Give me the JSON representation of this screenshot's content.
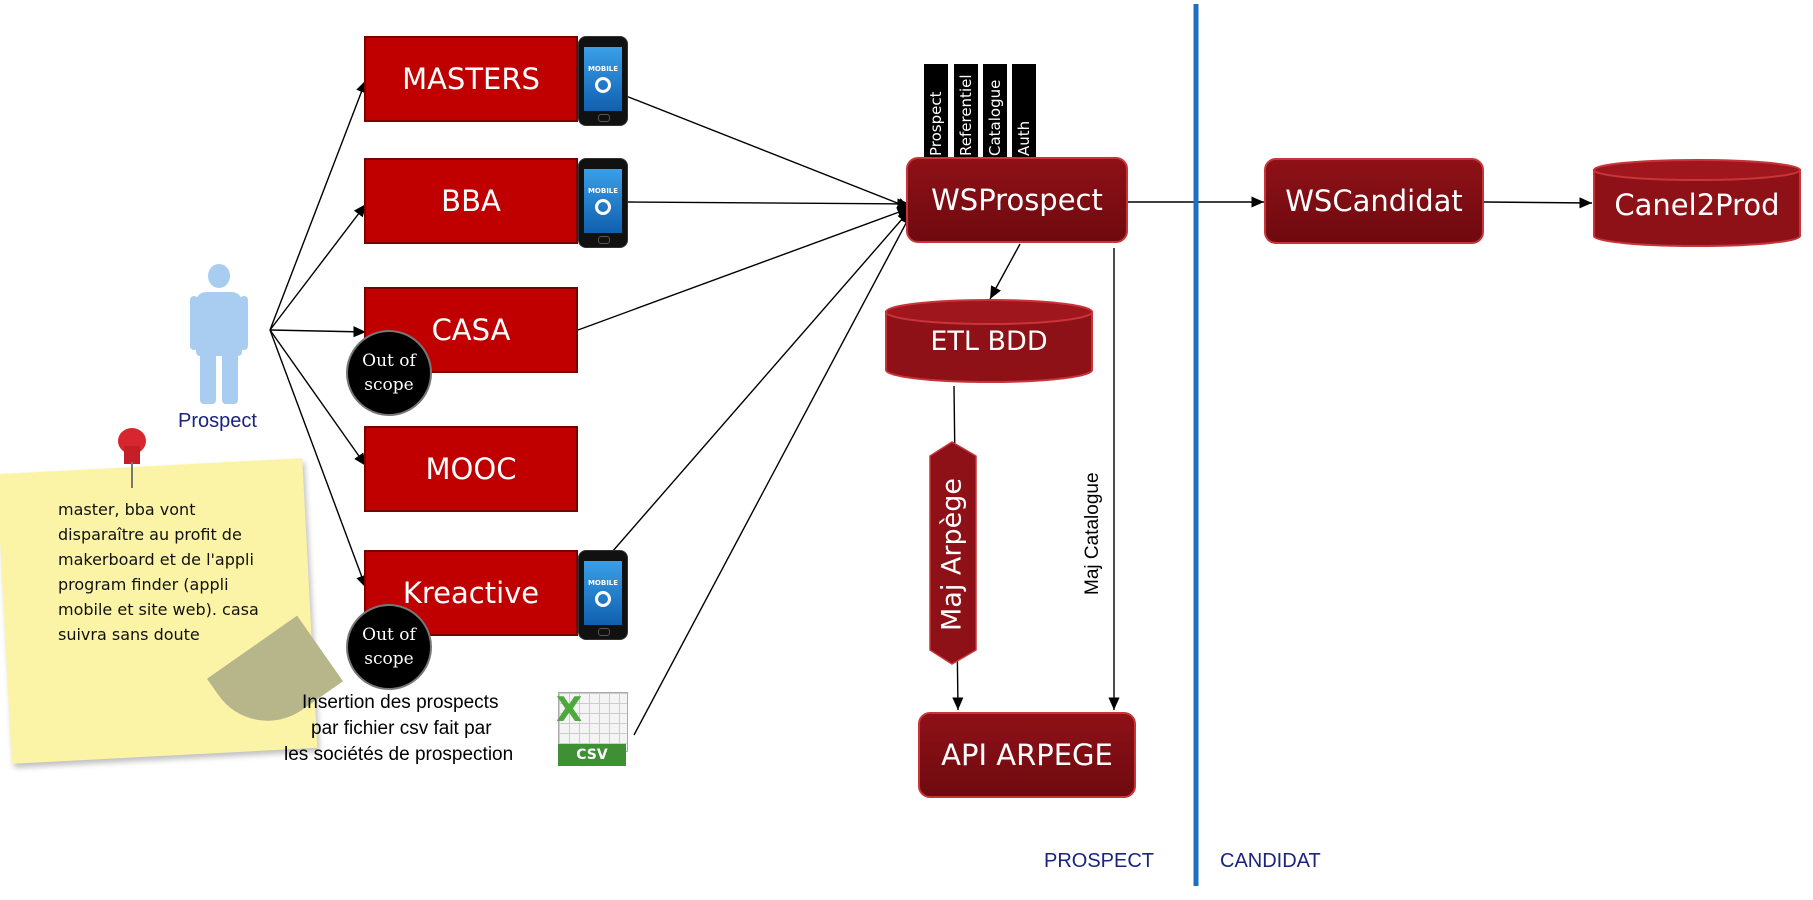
{
  "actor": {
    "label": "Prospect"
  },
  "channels": [
    {
      "label": "MASTERS"
    },
    {
      "label": "BBA"
    },
    {
      "label": "CASA"
    },
    {
      "label": "MOOC"
    },
    {
      "label": "Kreactive"
    }
  ],
  "out_of_scope": {
    "label": "Out of\nscope"
  },
  "mobile_label": "MOBILE",
  "note": {
    "text": "master, bba vont disparaître au profit de makerboard et de l'appli program finder (appli mobile et site web). casa suivra sans doute"
  },
  "csv": {
    "caption_line1": "Insertion des prospects",
    "caption_line2": "par fichier csv fait par",
    "caption_line3": "les sociétés de prospection",
    "badge": "CSV",
    "letter": "X"
  },
  "ws_prospect": {
    "label": "WSProspect",
    "tabs": [
      "Prospect",
      "Referentiel",
      "Catalogue",
      "Auth"
    ]
  },
  "etl": {
    "label": "ETL BDD"
  },
  "maj_arpege": {
    "label": "Maj Arpège"
  },
  "maj_catalogue": {
    "label": "Maj Catalogue"
  },
  "api_arpege": {
    "label": "API ARPEGE"
  },
  "ws_candidat": {
    "label": "WSCandidat"
  },
  "canel": {
    "label": "Canel2Prod"
  },
  "zones": {
    "left": "PROSPECT",
    "right": "CANDIDAT"
  },
  "colors": {
    "box_red": "#c00000",
    "dark_red": "#7a0a10",
    "divider_blue": "#1f6fbf",
    "note_yellow": "#fbf4a7",
    "zone_text": "#1a237e"
  }
}
